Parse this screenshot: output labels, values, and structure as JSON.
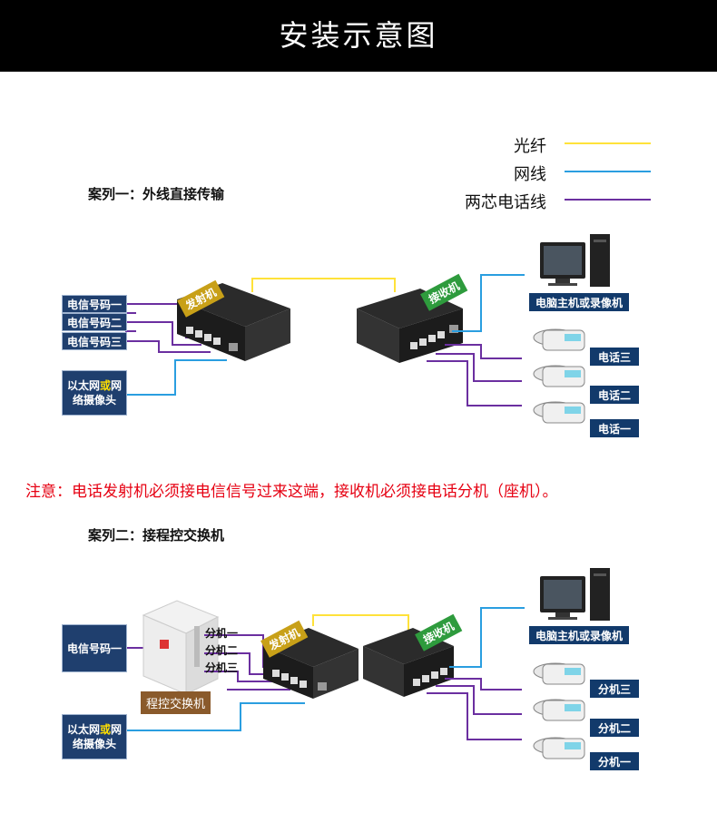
{
  "header": {
    "title": "安装示意图"
  },
  "legend": {
    "items": [
      {
        "label": "光纤",
        "color": "#ffe23a"
      },
      {
        "label": "网线",
        "color": "#2a9ee0"
      },
      {
        "label": "两芯电话线",
        "color": "#6b2fa0"
      }
    ]
  },
  "case1": {
    "title": "案列一：外线直接传输",
    "inputs": [
      "电信号码一",
      "电信号码二",
      "电信号码三"
    ],
    "ethernet": {
      "line1_pre": "以太网",
      "line1_hl": "或",
      "line1_post": "网",
      "line2": "络摄像头"
    },
    "transmitter_tag": "发射机",
    "receiver_tag": "接收机",
    "computer_label": "电脑主机或录像机",
    "outputs": [
      "电话三",
      "电话二",
      "电话一"
    ]
  },
  "note": "注意：电话发射机必须接电信信号过来这端，接收机必须接电话分机（座机）。",
  "case2": {
    "title": "案列二：接程控交换机",
    "input": "电信号码一",
    "pbx_label": "程控交换机",
    "extensions": [
      "分机一",
      "分机二",
      "分机三"
    ],
    "ethernet": {
      "line1_pre": "以太网",
      "line1_hl": "或",
      "line1_post": "网",
      "line2": "络摄像头"
    },
    "transmitter_tag": "发射机",
    "receiver_tag": "接收机",
    "computer_label": "电脑主机或录像机",
    "outputs": [
      "分机三",
      "分机二",
      "分机一"
    ]
  }
}
